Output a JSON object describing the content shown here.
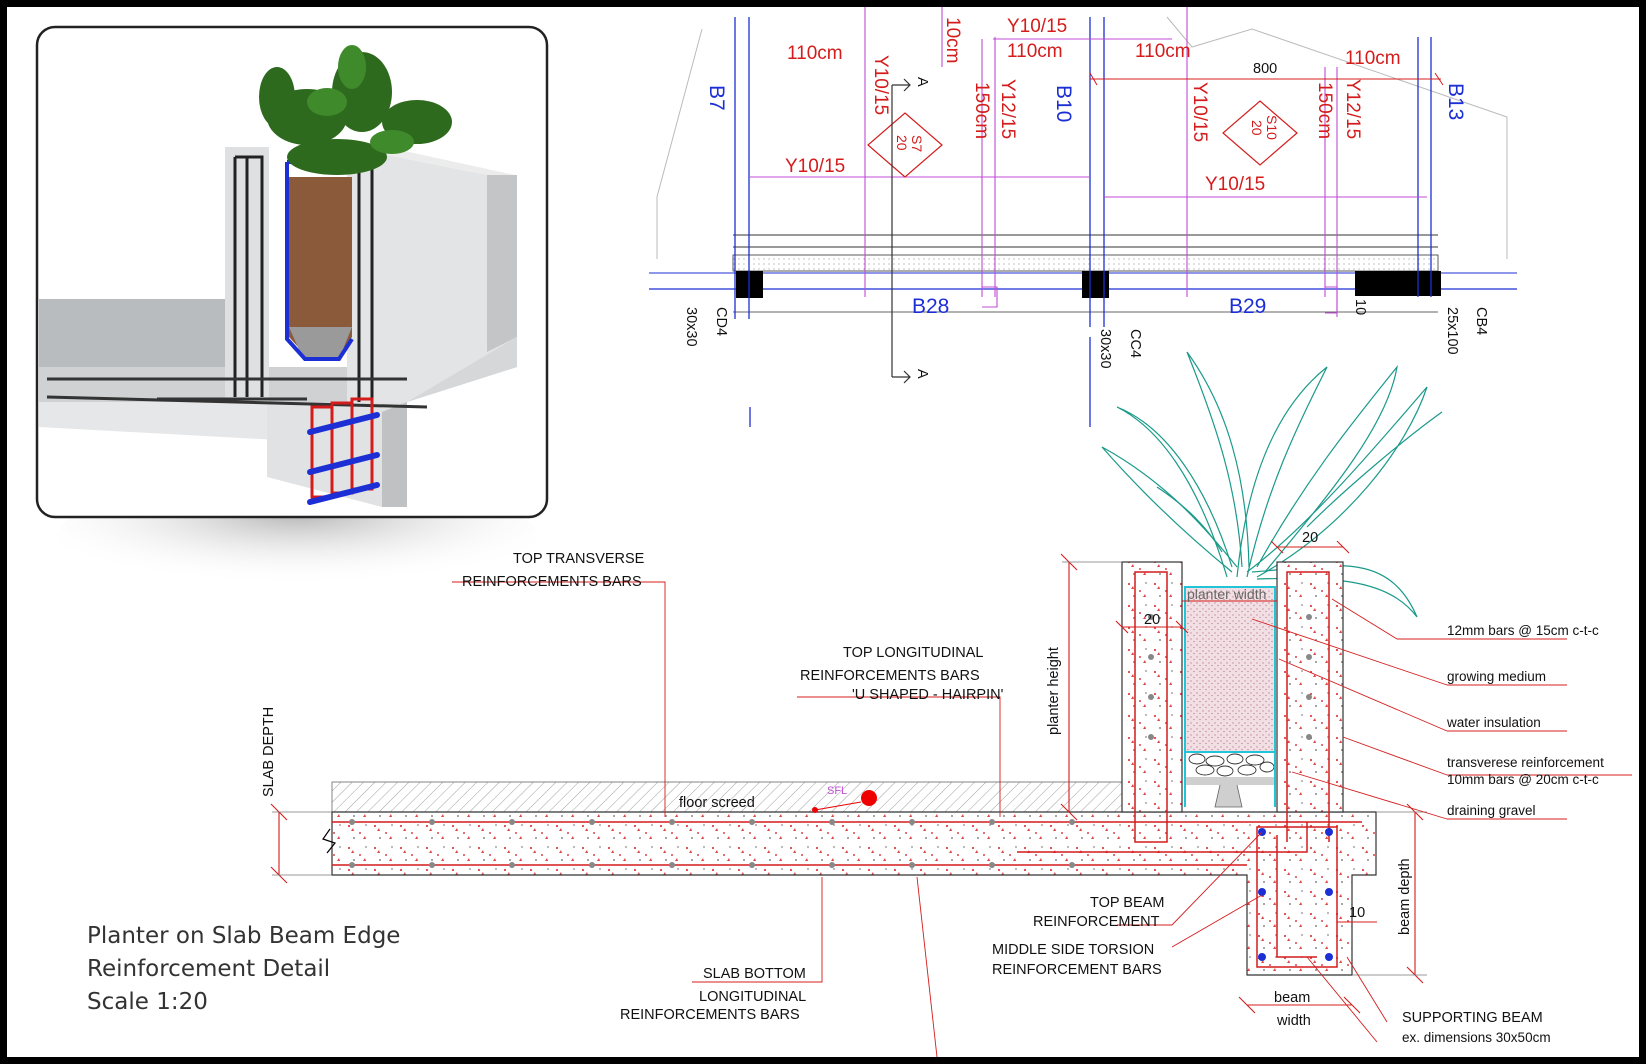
{
  "title_block": {
    "line1": "Planter on Slab Beam Edge",
    "line2": "Reinforcement Detail",
    "line3": "Scale 1:20"
  },
  "plan": {
    "beam_labels": [
      "B7",
      "B10",
      "B13"
    ],
    "bottom_beams": [
      "B28",
      "B29"
    ],
    "columns": [
      {
        "name": "CD4",
        "size": "30x30"
      },
      {
        "name": "CC4",
        "size": "30x30"
      },
      {
        "name": "CB4",
        "size": "25x100"
      }
    ],
    "dims": {
      "d110a": "110cm",
      "d110b": "110cm",
      "d110c": "110cm",
      "d110d": "110cm",
      "d10cut": "10cm",
      "d800": "800",
      "d150a": "150cm",
      "d150b": "150cm",
      "d10": "10"
    },
    "rebar": {
      "r1": "Y10/15",
      "r2": "Y10/15",
      "r3": "Y12/15",
      "r4": "Y10/15",
      "r5": "Y10/15",
      "r6": "Y12/15",
      "r7": "Y10/15"
    },
    "slabs": [
      {
        "name": "S7",
        "thk": "20"
      },
      {
        "name": "S10",
        "thk": "20"
      }
    ],
    "section_mark": "A"
  },
  "section": {
    "labels": {
      "top_trans_1": "TOP TRANSVERSE",
      "top_trans_2": "REINFORCEMENTS BARS",
      "top_long_1": "TOP LONGITUDINAL",
      "top_long_2": "REINFORCEMENTS BARS",
      "top_long_3": "'U SHAPED - HAIRPIN'",
      "slab_depth": "SLAB DEPTH",
      "floor_screed": "floor screed",
      "sfl": "SFL",
      "planter_height": "planter height",
      "planter_width": "planter width",
      "dim20a": "20",
      "dim20b": "20",
      "dim10": "10",
      "beam_depth": "beam depth",
      "beam_width_1": "beam",
      "beam_width_2": "width",
      "slab_bottom_1": "SLAB BOTTOM",
      "slab_bottom_2": "LONGITUDINAL",
      "slab_bottom_3": "REINFORCEMENTS BARS",
      "top_beam_1": "TOP BEAM",
      "top_beam_2": "REINFORCEMENT",
      "torsion_1": "MIDDLE SIDE TORSION",
      "torsion_2": "REINFORCEMENT BARS",
      "supp_1": "SUPPORTING BEAM",
      "supp_2": "ex. dimensions 30x50cm"
    },
    "callouts": [
      "12mm bars @ 15cm c-t-c",
      "growing medium",
      "water insulation",
      "transverese reinforcement",
      "10mm bars @ 20cm c-t-c",
      "draining gravel"
    ]
  },
  "colors": {
    "rebar_red": "#d41c1c",
    "label_blue": "#1c2fd4",
    "grid_magenta": "#c04bd6",
    "insulation_cyan": "#22c5d8"
  }
}
